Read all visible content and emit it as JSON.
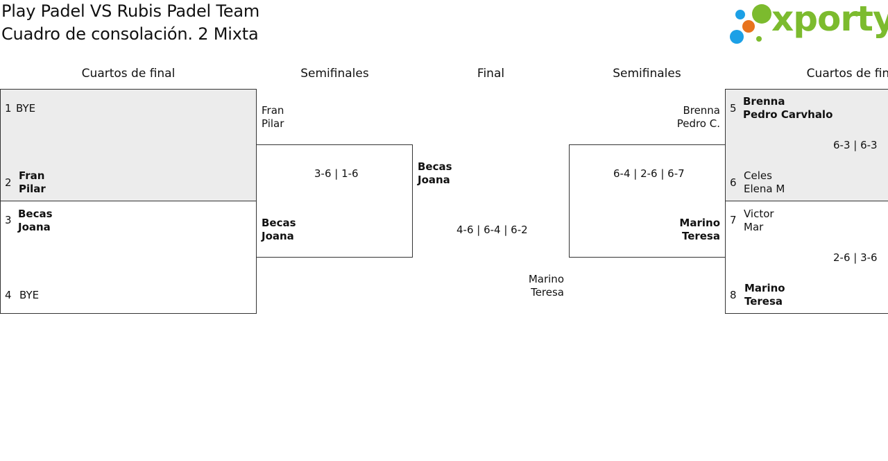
{
  "header": {
    "title": "Play Padel VS Rubis Padel Team",
    "subtitle": "Cuadro de consolación. 2 Mixta"
  },
  "logo": {
    "text": "xporty",
    "colors": {
      "green": "#7cbb2e",
      "blue": "#1ca0e6",
      "orange": "#e8731d"
    }
  },
  "columns": {
    "left_qf": "Cuartos de final",
    "left_sf": "Semifinales",
    "final": "Final",
    "right_sf": "Semifinales",
    "right_qf": "Cuartos de final"
  },
  "left_qf": {
    "match1": {
      "seed1": "1",
      "team1": "BYE",
      "seed2": "2",
      "team2_p1": "Fran",
      "team2_p2": "Pilar"
    },
    "match2": {
      "seed1": "3",
      "team1_p1": "Becas",
      "team1_p2": "Joana",
      "seed2": "4",
      "team2": "BYE"
    }
  },
  "left_sf": {
    "team1_p1": "Fran",
    "team1_p2": "Pilar",
    "score": "3-6 | 1-6",
    "team2_p1": "Becas",
    "team2_p2": "Joana"
  },
  "final": {
    "team1_p1": "Becas",
    "team1_p2": "Joana",
    "score": "4-6 | 6-4 | 6-2",
    "team2_p1": "Marino",
    "team2_p2": "Teresa"
  },
  "right_sf": {
    "team1_p1": "Brenna",
    "team1_p2": "Pedro C.",
    "score": "6-4 | 2-6 | 6-7",
    "team2_p1": "Marino",
    "team2_p2": "Teresa"
  },
  "right_qf": {
    "match1": {
      "seed1": "5",
      "team1_p1": "Brenna",
      "team1_p2": "Pedro Carvhalo",
      "score": "6-3 | 6-3",
      "seed2": "6",
      "team2_p1": "Celes",
      "team2_p2": "Elena M"
    },
    "match2": {
      "seed1": "7",
      "team1_p1": "Victor",
      "team1_p2": "Mar",
      "score": "2-6 | 3-6",
      "seed2": "8",
      "team2_p1": "Marino",
      "team2_p2": "Teresa"
    }
  }
}
